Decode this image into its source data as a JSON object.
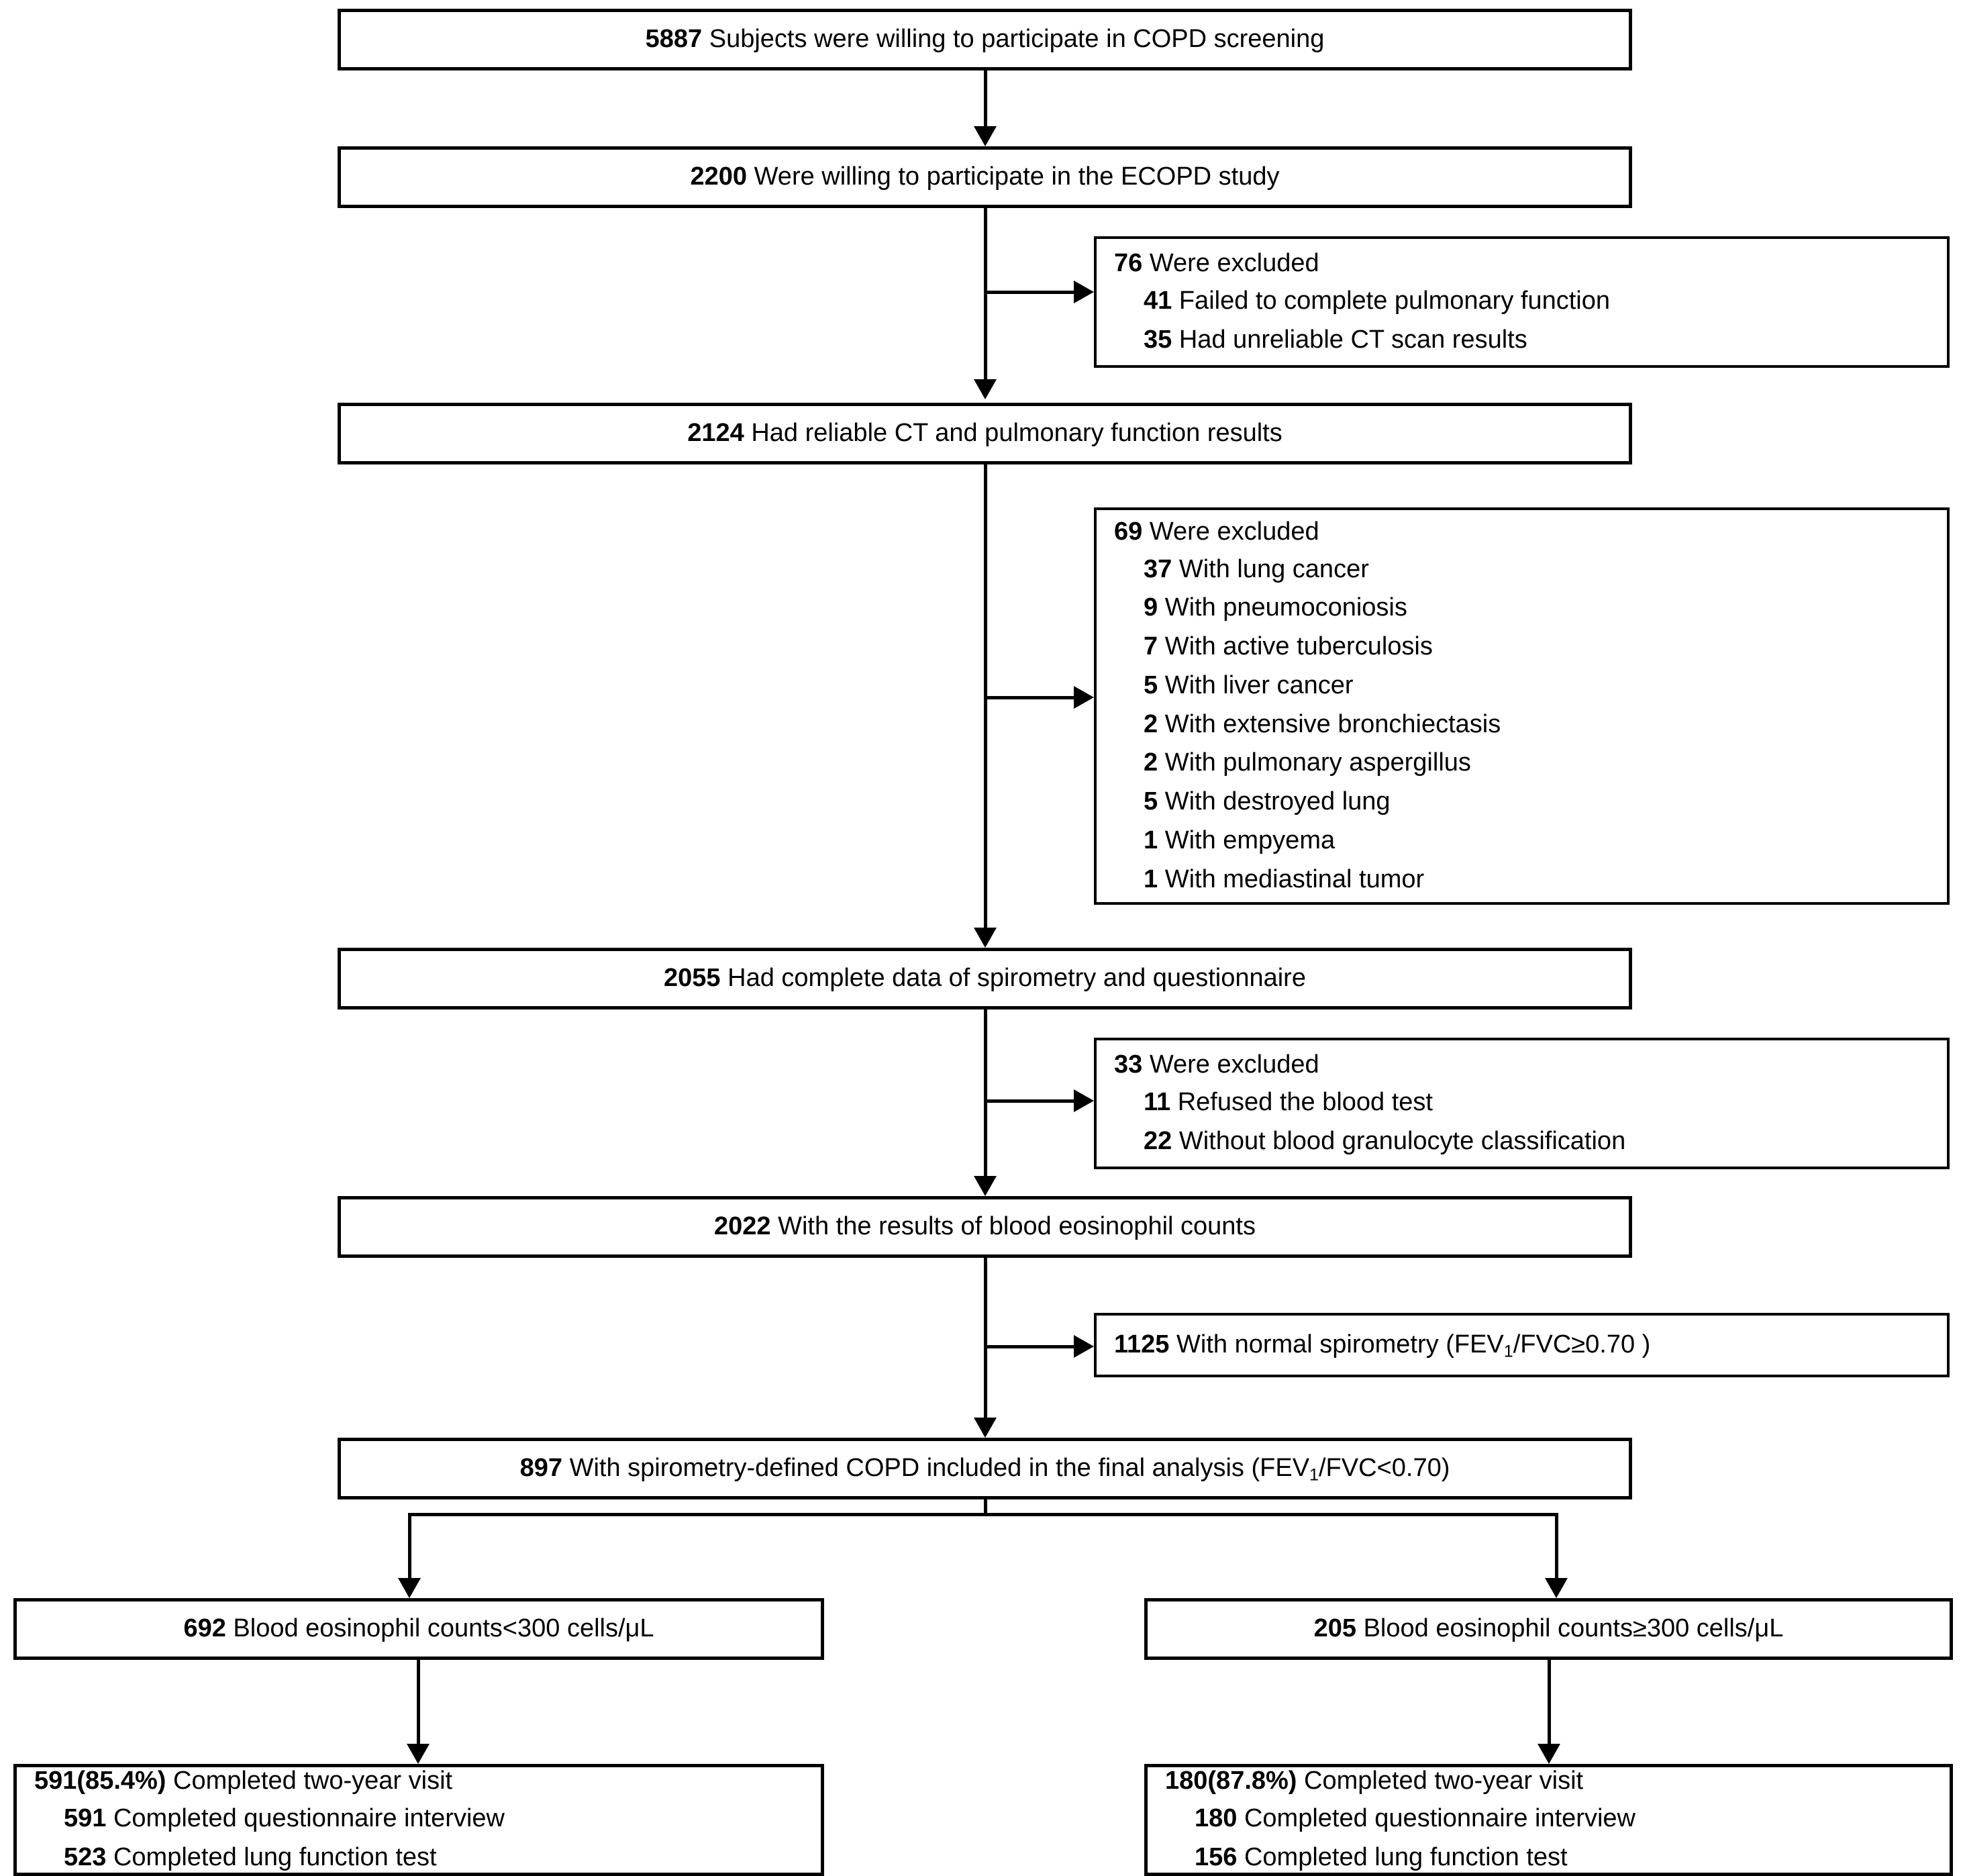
{
  "figure": {
    "type": "flowchart",
    "kind": "study-participant-flow-diagram"
  },
  "nodes": {
    "screening": {
      "count": "5887",
      "text": "Subjects were willing to participate in COPD screening"
    },
    "ecopd": {
      "count": "2200",
      "text": "Were willing to participate in the ECOPD study"
    },
    "excluded1": {
      "count": "76",
      "text": "Were excluded",
      "items": [
        {
          "count": "41",
          "text": "Failed to complete pulmonary function"
        },
        {
          "count": "35",
          "text": "Had unreliable CT scan results"
        }
      ]
    },
    "reliable_ct": {
      "count": "2124",
      "text": "Had reliable CT and pulmonary function results"
    },
    "excluded2": {
      "count": "69",
      "text": "Were excluded",
      "items": [
        {
          "count": "37",
          "text": "With lung cancer"
        },
        {
          "count": "9",
          "text": "With pneumoconiosis"
        },
        {
          "count": "7",
          "text": "With active tuberculosis"
        },
        {
          "count": "5",
          "text": "With liver cancer"
        },
        {
          "count": "2",
          "text": "With extensive bronchiectasis"
        },
        {
          "count": "2",
          "text": "With pulmonary aspergillus"
        },
        {
          "count": "5",
          "text": "With destroyed lung"
        },
        {
          "count": "1",
          "text": "With empyema"
        },
        {
          "count": "1",
          "text": "With mediastinal tumor"
        }
      ]
    },
    "complete_data": {
      "count": "2055",
      "text": "Had complete data of spirometry and questionnaire"
    },
    "excluded3": {
      "count": "33",
      "text": "Were excluded",
      "items": [
        {
          "count": "11",
          "text": "Refused the blood test"
        },
        {
          "count": "22",
          "text": "Without blood granulocyte classification"
        }
      ]
    },
    "eos_results": {
      "count": "2022",
      "text": "With the results of blood eosinophil counts"
    },
    "normal_spiro": {
      "count": "1125",
      "text_before": "With normal spirometry (FEV",
      "subscript": "1",
      "text_after": "/FVC≥0.70 )"
    },
    "final_analysis": {
      "count": "897",
      "text_before": "With spirometry-defined COPD included in the final analysis (FEV",
      "subscript": "1",
      "text_after": "/FVC<0.70)"
    },
    "low_eos": {
      "count": "692",
      "text": "Blood eosinophil counts<300 cells/μL"
    },
    "high_eos": {
      "count": "205",
      "text": "Blood eosinophil counts≥300 cells/μL"
    },
    "low_eos_followup": {
      "count": "591(85.4%)",
      "text": "Completed two-year visit",
      "items": [
        {
          "count": "591",
          "text": "Completed questionnaire interview"
        },
        {
          "count": "523",
          "text": "Completed lung function test"
        }
      ]
    },
    "high_eos_followup": {
      "count": "180(87.8%)",
      "text": "Completed two-year visit",
      "items": [
        {
          "count": "180",
          "text": "Completed questionnaire interview"
        },
        {
          "count": "156",
          "text": "Completed lung function test"
        }
      ]
    }
  },
  "colors": {
    "stroke": "#000000",
    "fill": "#ffffff",
    "text": "#000000"
  }
}
